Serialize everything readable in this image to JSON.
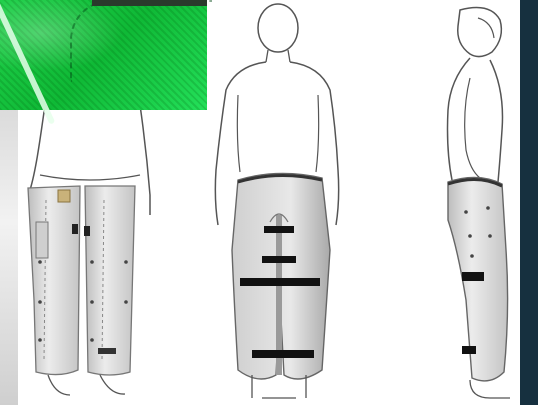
{
  "figure": {
    "description_colors": {
      "background": "#1d3444",
      "brace": "#d6d6d6",
      "strap": "#111111",
      "outline": "#555555",
      "green_fabric": "#1fd04a"
    },
    "views": [
      "front-view",
      "back-view",
      "side-view"
    ]
  }
}
